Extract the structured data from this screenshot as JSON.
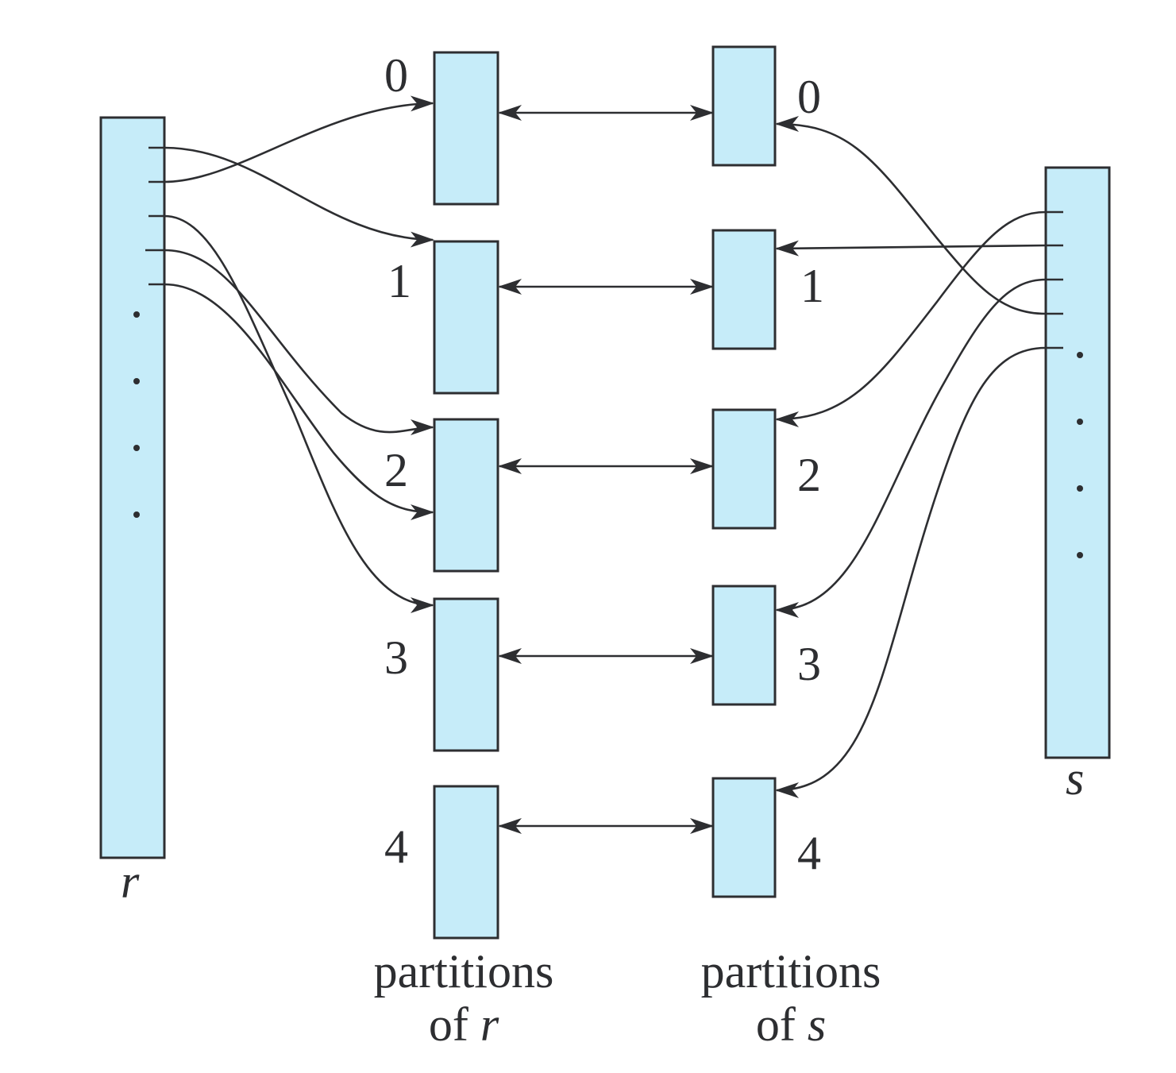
{
  "diagram": {
    "title": "Hash partitioning of relations r and s",
    "relation_r": {
      "label": "r"
    },
    "relation_s": {
      "label": "s"
    },
    "partitions_r": {
      "caption_line1": "partitions",
      "caption_line2_prefix": "of ",
      "caption_line2_var": "r",
      "labels": [
        "0",
        "1",
        "2",
        "3",
        "4"
      ]
    },
    "partitions_s": {
      "caption_line1": "partitions",
      "caption_line2_prefix": "of ",
      "caption_line2_var": "s",
      "labels": [
        "0",
        "1",
        "2",
        "3",
        "4"
      ]
    },
    "r_to_partition_mapping": [
      {
        "tuple": 1,
        "partition": 1
      },
      {
        "tuple": 2,
        "partition": 0
      },
      {
        "tuple": 3,
        "partition": 3
      },
      {
        "tuple": 4,
        "partition": 2
      },
      {
        "tuple": 5,
        "partition": 2
      }
    ],
    "s_to_partition_mapping": [
      {
        "tuple": 1,
        "partition": 2
      },
      {
        "tuple": 2,
        "partition": 1
      },
      {
        "tuple": 3,
        "partition": 3
      },
      {
        "tuple": 4,
        "partition": 0
      },
      {
        "tuple": 5,
        "partition": 4
      }
    ],
    "pair_links": [
      "0-0",
      "1-1",
      "2-2",
      "3-3",
      "4-4"
    ],
    "colors": {
      "fill": "#c6ecf9",
      "stroke": "#2d2e31"
    }
  }
}
